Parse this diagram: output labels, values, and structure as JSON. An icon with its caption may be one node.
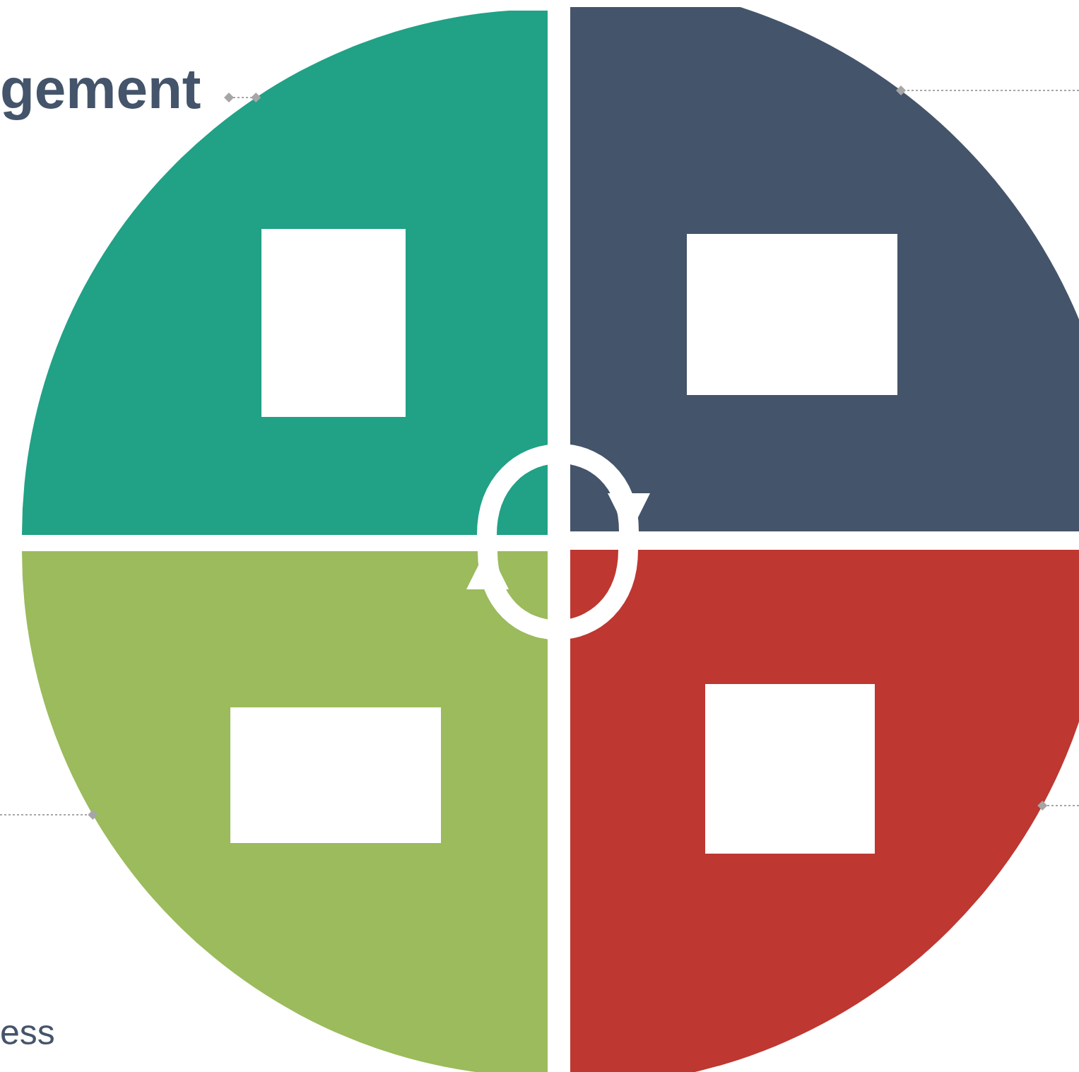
{
  "diagram": {
    "nodes": [
      {
        "text": [
          "gement"
        ]
      },
      {
        "text": [],
        "shape": "sector"
      },
      {
        "text": [],
        "shape": "sector"
      },
      {
        "text": [],
        "shape": "sector"
      },
      {
        "text": [],
        "shape": "sector"
      },
      {
        "text": [],
        "shape": "box",
        "in": 1
      },
      {
        "text": [],
        "shape": "box",
        "in": 2
      },
      {
        "text": [],
        "shape": "box",
        "in": 3
      },
      {
        "text": [],
        "shape": "box",
        "in": 4
      }
    ],
    "edges": [
      {
        "from": 0,
        "to": 1,
        "arrow": "other",
        "style": "dashed"
      },
      {
        "from": null,
        "to": 2,
        "arrow": "other",
        "style": "dashed"
      },
      {
        "from": null,
        "to": 3,
        "arrow": "other",
        "style": "dashed"
      },
      {
        "from": null,
        "to": 4,
        "arrow": "other",
        "style": "dashed"
      },
      {
        "from": 1,
        "to": 2,
        "arrow": "to",
        "style": "thick",
        "color": "#ffffff"
      },
      {
        "from": 4,
        "to": 3,
        "arrow": "to",
        "style": "thick",
        "color": "#ffffff"
      }
    ],
    "labels": [
      "ess"
    ]
  }
}
